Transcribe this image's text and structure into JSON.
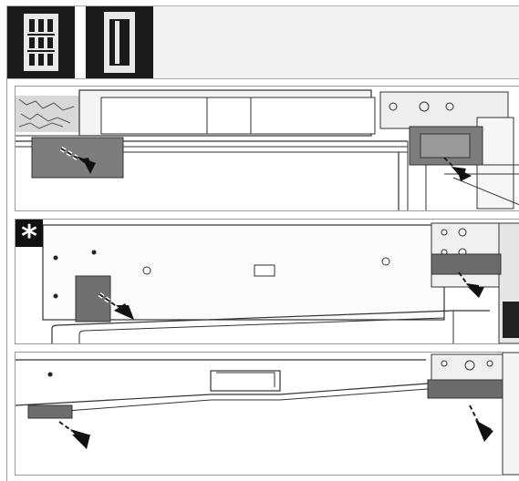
{
  "header": {
    "icons": [
      {
        "icon": "double-hinge-bracket-icon"
      },
      {
        "icon": "single-hinge-bracket-icon"
      }
    ]
  },
  "steps": [
    {
      "id": "step-1",
      "icon": "remove-cover-arrow-icon"
    },
    {
      "id": "step-2",
      "badge": "*",
      "icon": "remove-cover-arrow-icon"
    },
    {
      "id": "step-3",
      "icon": "remove-cover-arrow-icon"
    }
  ],
  "colors": {
    "cover": "#7a7a7a",
    "line": "#333333",
    "dark": "#1a1a1a"
  }
}
